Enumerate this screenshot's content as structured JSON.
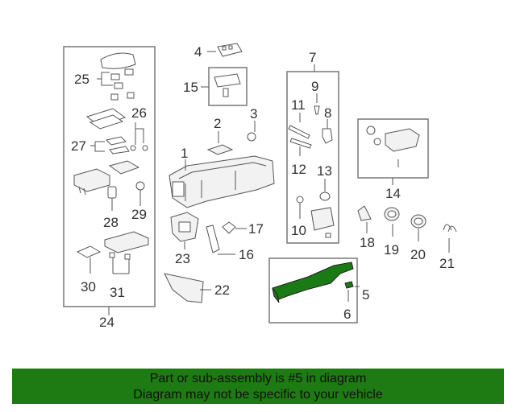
{
  "callouts": {
    "c1": "1",
    "c2": "2",
    "c3": "3",
    "c4": "4",
    "c5": "5",
    "c6": "6",
    "c7": "7",
    "c8": "8",
    "c9": "9",
    "c10": "10",
    "c11": "11",
    "c12": "12",
    "c13": "13",
    "c14": "14",
    "c15": "15",
    "c16": "16",
    "c17": "17",
    "c18": "18",
    "c19": "19",
    "c20": "20",
    "c21": "21",
    "c22": "22",
    "c23": "23",
    "c24": "24",
    "c25": "25",
    "c26": "26",
    "c27": "27",
    "c28": "28",
    "c29": "29",
    "c30": "30",
    "c31": "31"
  },
  "banner": {
    "line1": "Part or sub-assembly is #5 in diagram",
    "line2": "Diagram may not be specific to your vehicle"
  },
  "colors": {
    "highlight": "#1a7a14",
    "banner_bg": "#1e7a12"
  }
}
